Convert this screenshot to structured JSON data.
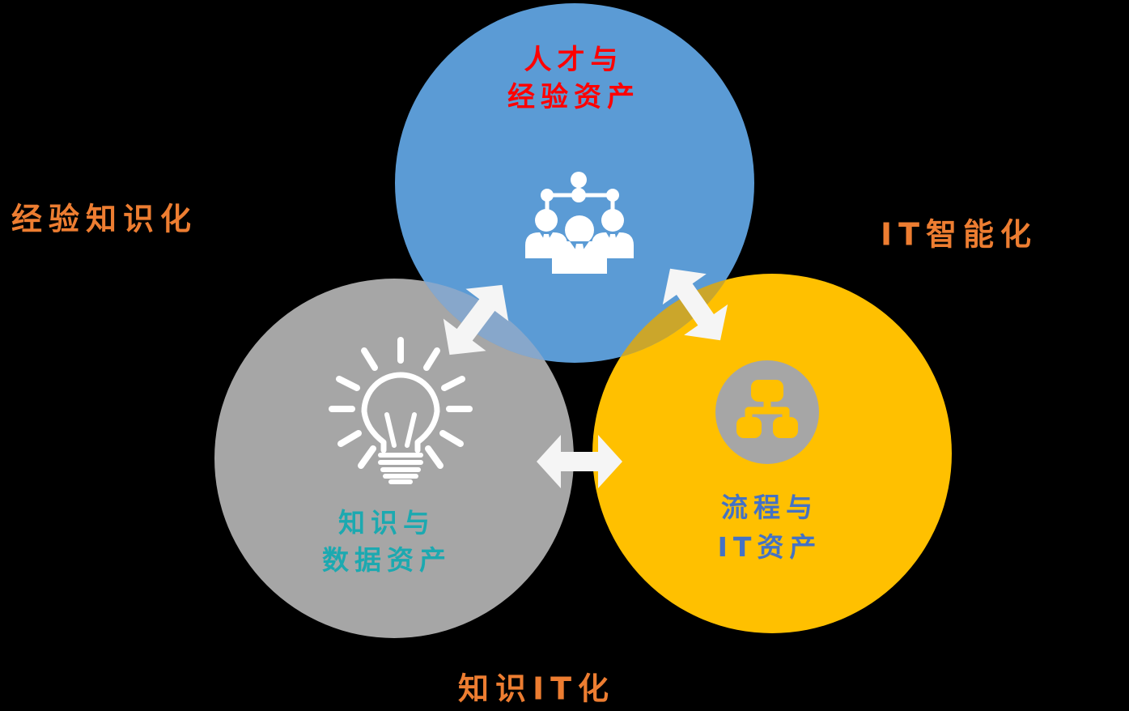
{
  "background_color": "#000000",
  "venn": {
    "circles": [
      {
        "name": "talent-experience",
        "label_line1": "人才与",
        "label_line2": "经验资产",
        "fill": "#5B9BD5",
        "label_color": "#FF0000",
        "icon": "team-network-icon",
        "icon_color": "#FFFFFF"
      },
      {
        "name": "knowledge-data",
        "label_line1": "知识与",
        "label_line2": "数据资产",
        "fill": "#A6A6A6",
        "label_color": "#1CA9B0",
        "icon": "lightbulb-icon",
        "icon_color": "#FFFFFF"
      },
      {
        "name": "process-it",
        "label_line1": "流程与",
        "label_line2": "IT资产",
        "fill": "#FFC000",
        "label_color": "#4472C4",
        "icon": "org-chart-icon",
        "icon_color": "#FFC000",
        "icon_badge_color": "#A6A6A6"
      }
    ],
    "overlap_colors": {
      "blue_gray": "#87A7CB",
      "blue_yellow": "#CBA62B"
    },
    "arrow_color": "#F5F5F5",
    "outer_labels": [
      {
        "name": "experience-to-knowledge",
        "text": "经验知识化",
        "color": "#ED7D31"
      },
      {
        "name": "it-intelligence",
        "text": "IT智能化",
        "color": "#ED7D31"
      },
      {
        "name": "knowledge-to-it",
        "text": "知识IT化",
        "color": "#ED7D31"
      }
    ]
  }
}
